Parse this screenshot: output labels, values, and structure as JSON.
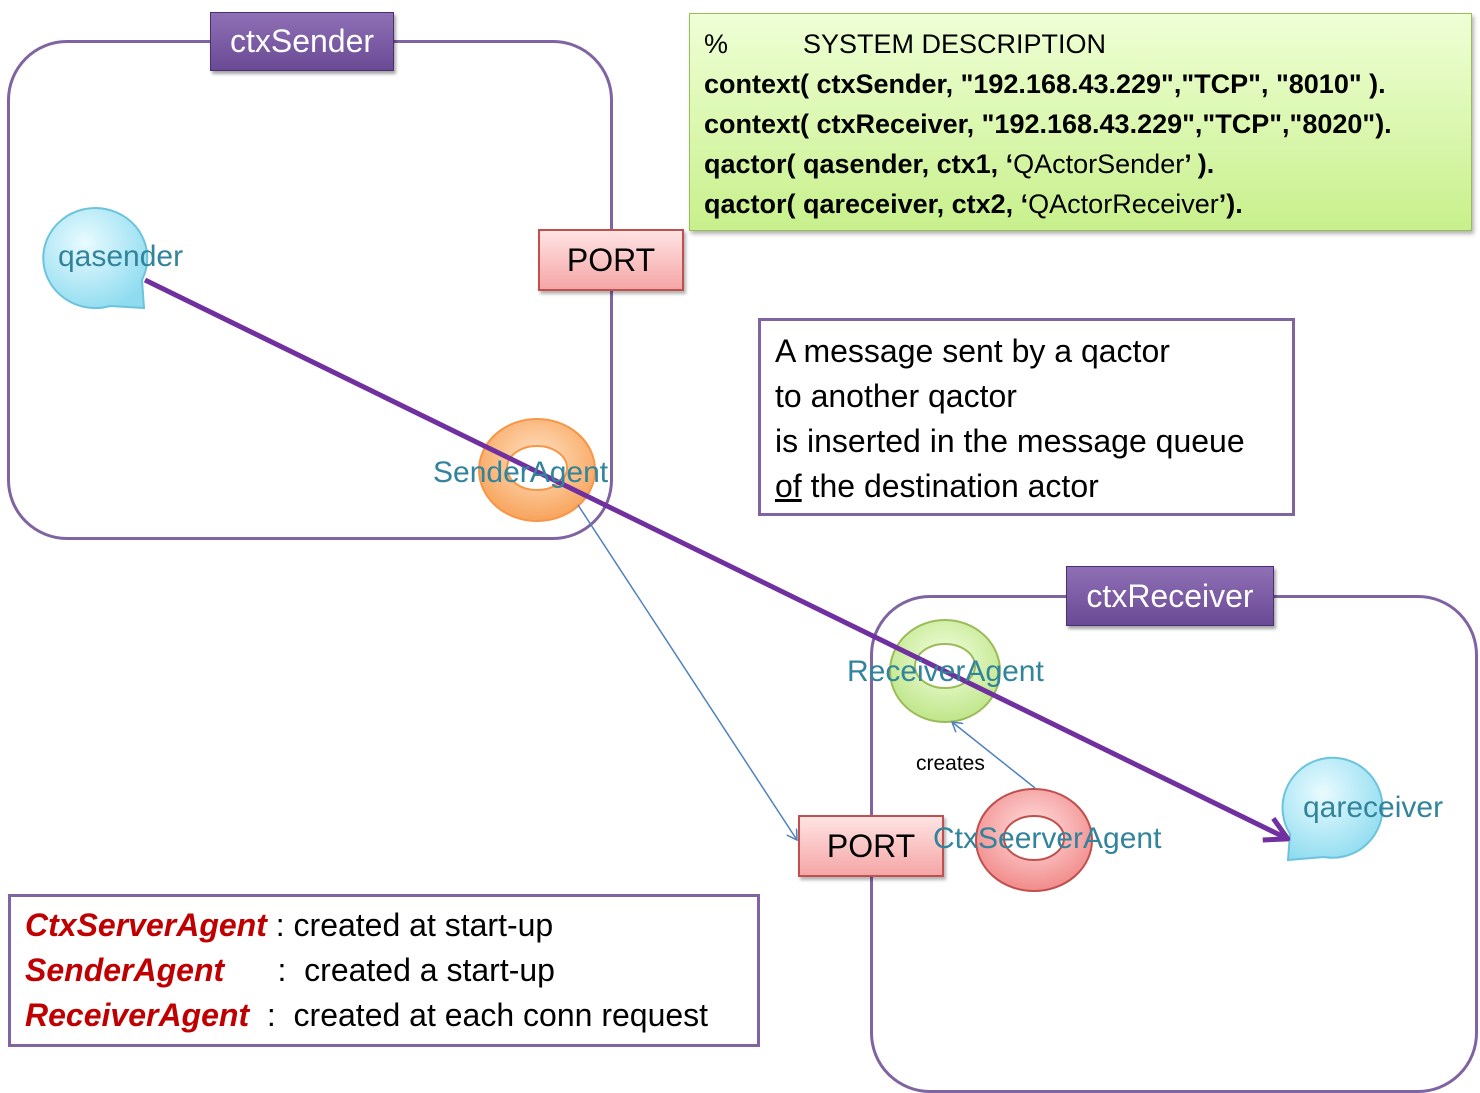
{
  "contexts": {
    "sender": {
      "label": "ctxSender"
    },
    "receiver": {
      "label": "ctxReceiver"
    }
  },
  "ports": {
    "sender_port": "PORT",
    "receiver_port": "PORT"
  },
  "actors": {
    "qasender": "qasender",
    "qareceiver": "qareceiver"
  },
  "agents": {
    "sender_agent": "SenderAgent",
    "receiver_agent": "ReceiverAgent",
    "server_agent": "CtxSeerverAgent"
  },
  "edge_labels": {
    "creates": "creates"
  },
  "system_description": {
    "header_percent": "%",
    "header_title": "SYSTEM DESCRIPTION",
    "lines": [
      "context( ctxSender, \"192.168.43.229\",\"TCP\", \"8010\" ).",
      "context( ctxReceiver, \"192.168.43.229\",\"TCP\",\"8020\").",
      [
        "qactor( qasender, ctx1, ‘",
        "QActorSender",
        "’ )."
      ],
      [
        "qactor( qareceiver, ctx2, ‘",
        "QActorReceiver",
        "’)."
      ]
    ]
  },
  "note": {
    "line1": "A message sent by a qactor",
    "line2": "to another qactor",
    "line3": "is inserted in the message queue",
    "line4_underlined": "of",
    "line4_rest": " the destination actor"
  },
  "legend": [
    {
      "key": "CtxServerAgent",
      "sep": " : ",
      "text": "created at start-up"
    },
    {
      "key": "SenderAgent",
      "sep": "      :  ",
      "text": "created a start-up"
    },
    {
      "key": "ReceiverAgent",
      "sep": "  :  ",
      "text": "created at each conn request"
    }
  ],
  "colors": {
    "context_border": "#8064a2",
    "message_arrow": "#7030a0",
    "actor_text": "#31849b",
    "legend_key": "#c00000"
  }
}
